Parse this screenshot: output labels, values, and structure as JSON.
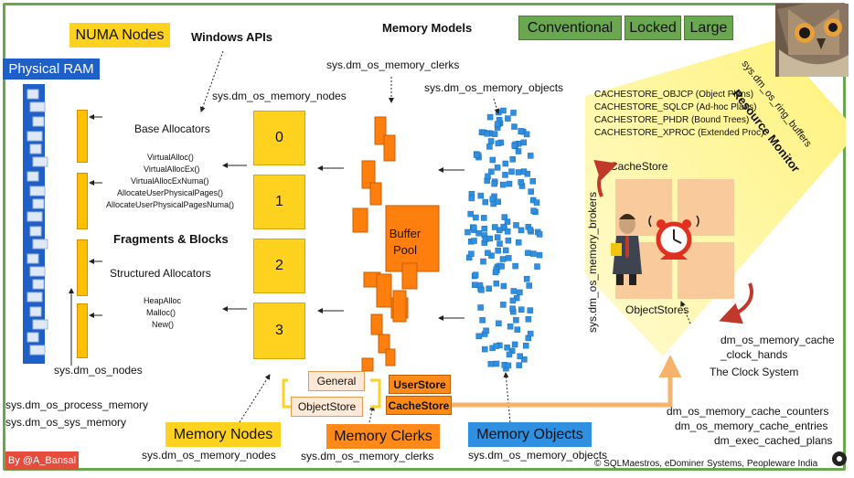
{
  "title_labels": {
    "numa_nodes": "NUMA Nodes",
    "physical_ram": "Physical RAM",
    "windows_apis": "Windows APIs",
    "memory_models": "Memory Models"
  },
  "memory_models": [
    "Conventional",
    "Locked",
    "Large"
  ],
  "resource_monitor": {
    "title": "Resource Monitor",
    "subtitle": "sys.dm_os_ring_buffers"
  },
  "dmvs": {
    "memory_clerks_top": "sys.dm_os_memory_clerks",
    "memory_objects_top": "sys.dm_os_memory_objects",
    "memory_nodes_top": "sys.dm_os_memory_nodes",
    "os_nodes": "sys.dm_os_nodes",
    "process_memory": "sys.dm_os_process_memory",
    "sys_memory": "sys.dm_os_sys_memory",
    "memory_brokers": "sys.dm_os_memory_brokers",
    "cache_clock_hands": "dm_os_memory_cache\n_clock_hands",
    "cache_clock_hands_1": "dm_os_memory_cache",
    "cache_clock_hands_2": "_clock_hands",
    "cache_counters": "dm_os_memory_cache_counters",
    "cache_entries": "dm_os_memory_cache_entries",
    "cached_plans": "dm_exec_cached_plans"
  },
  "allocators": {
    "base": "Base Allocators",
    "base_list": [
      "VirtualAlloc()",
      "VirtualAllocEx()",
      "VirtualAllocExNuma()",
      "AllocateUserPhysicalPages()",
      "AllocateUserPhysicalPagesNuma()"
    ],
    "fragments": "Fragments & Blocks",
    "structured": "Structured Allocators",
    "structured_list": [
      "HeapAlloc",
      "Malloc()",
      "New()"
    ]
  },
  "memory_nodes": [
    "0",
    "1",
    "2",
    "3"
  ],
  "buffer_pool": "Buffer\nPool",
  "buffer_pool_1": "Buffer",
  "buffer_pool_2": "Pool",
  "cachestores": [
    "CACHESTORE_OBJCP (Object Plans)",
    "CACHESTORE_SQLCP (Ad-hoc Plans)",
    "CACHESTORE_PHDR (Bound Trees)",
    "CACHESTORE_XPROC (Extended Proc)"
  ],
  "cache_labels": {
    "cachestore": "CacheStore",
    "objectstores": "ObjectStores",
    "clock_system": "The Clock System"
  },
  "store_tags": {
    "general": "General",
    "objectstore": "ObjectStore",
    "userstore": "UserStore",
    "cachestore": "CacheStore"
  },
  "bottom_labels": {
    "memory_nodes": "Memory Nodes",
    "memory_nodes_dmv": "sys.dm_os_memory_nodes",
    "memory_clerks": "Memory Clerks",
    "memory_clerks_dmv": "sys.dm_os_memory_clerks",
    "memory_objects": "Memory Objects",
    "memory_objects_dmv": "sys.dm_os_memory_objects"
  },
  "footer": {
    "author": "By @A_Bansal",
    "copyright": "© SQLMaestros, eDominer Systems, Peopleware India"
  },
  "colors": {
    "frame": "#6aa84f",
    "numa": "#ffd21f",
    "ram": "#1f5fc8",
    "clerks": "#ff7f0e",
    "objects": "#2f8fe0",
    "monitor_beam": "#ffe95c",
    "author_badge": "#e84c3d"
  }
}
